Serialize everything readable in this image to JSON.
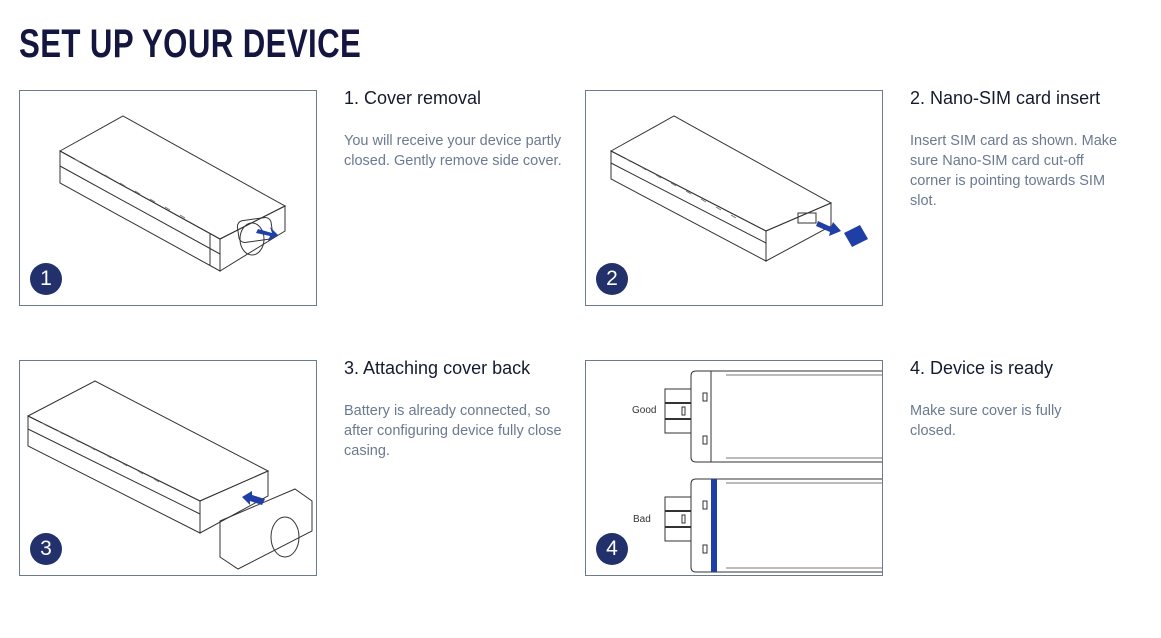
{
  "header": {
    "title": "SET UP YOUR DEVICE"
  },
  "colors": {
    "title": "#14163f",
    "badge": "#22306b",
    "accent_blue": "#1f3fa6",
    "border": "#6c7a8e",
    "desc": "#6b7a90"
  },
  "steps": [
    {
      "number": "1",
      "title": "1. Cover removal",
      "description": "You will receive your device partly closed. Gently remove side cover."
    },
    {
      "number": "2",
      "title": "2. Nano-SIM card insert",
      "description": "Insert SIM card as shown. Make sure Nano-SIM card cut-off corner is pointing towards SIM slot."
    },
    {
      "number": "3",
      "title": "3. Attaching cover back",
      "description": "Battery is already connected, so after configuring device fully close casing."
    },
    {
      "number": "4",
      "title": "4. Device is ready",
      "description": "Make sure cover is fully closed.",
      "labels": {
        "good": "Good",
        "bad": "Bad"
      }
    }
  ]
}
